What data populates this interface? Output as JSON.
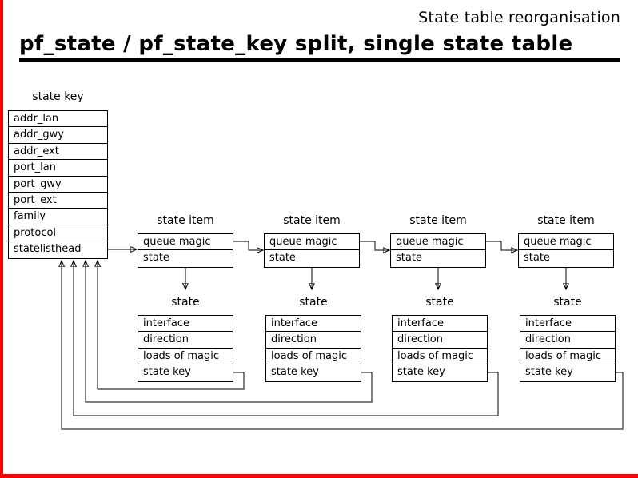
{
  "slide": {
    "top_title": "State table reorganisation",
    "heading": "pf_state / pf_state_key split, single state table"
  },
  "state_key_table": {
    "label": "state key",
    "rows": [
      "addr_lan",
      "addr_gwy",
      "addr_ext",
      "port_lan",
      "port_gwy",
      "port_ext",
      "family",
      "protocol",
      "statelisthead"
    ]
  },
  "state_item_box": {
    "label": "state item",
    "rows": [
      "queue magic",
      "state"
    ]
  },
  "state_box": {
    "label": "state",
    "rows": [
      "interface",
      "direction",
      "loads of magic",
      "state key"
    ]
  },
  "colors": {
    "accent_border": "#ff0000",
    "line": "#000000",
    "background": "#ffffff"
  }
}
